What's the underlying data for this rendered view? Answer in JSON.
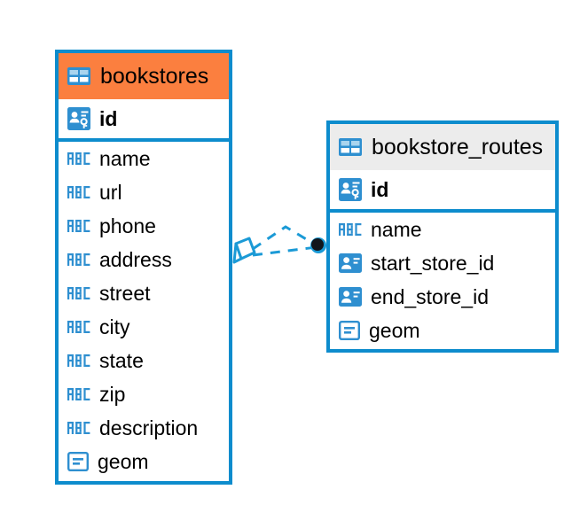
{
  "diagram": {
    "type": "entity-relationship-diagram",
    "background": "#ffffff",
    "accent_color": "#0d8ccd",
    "selected_color": "#fb7f3f",
    "header_plain_color": "#ececec",
    "entities": [
      {
        "name": "bookstores",
        "icon": "table-icon",
        "selected": true,
        "primary_key": {
          "label": "id",
          "icon": "primary-key-icon"
        },
        "fields": [
          {
            "label": "name",
            "icon": "abc-text-icon"
          },
          {
            "label": "url",
            "icon": "abc-text-icon"
          },
          {
            "label": "phone",
            "icon": "abc-text-icon"
          },
          {
            "label": "address",
            "icon": "abc-text-icon"
          },
          {
            "label": "street",
            "icon": "abc-text-icon"
          },
          {
            "label": "city",
            "icon": "abc-text-icon"
          },
          {
            "label": "state",
            "icon": "abc-text-icon"
          },
          {
            "label": "zip",
            "icon": "abc-text-icon"
          },
          {
            "label": "description",
            "icon": "abc-text-icon"
          },
          {
            "label": "geom",
            "icon": "geometry-icon"
          }
        ]
      },
      {
        "name": "bookstore_routes",
        "icon": "table-icon",
        "selected": false,
        "primary_key": {
          "label": "id",
          "icon": "primary-key-icon"
        },
        "fields": [
          {
            "label": "name",
            "icon": "abc-text-icon"
          },
          {
            "label": "start_store_id",
            "icon": "foreign-key-icon"
          },
          {
            "label": "end_store_id",
            "icon": "foreign-key-icon"
          },
          {
            "label": "geom",
            "icon": "geometry-icon"
          }
        ]
      }
    ],
    "relationship": {
      "from": "bookstores",
      "to": "bookstore_routes",
      "style": "dashed",
      "source_marker": "diamond-outline-marker",
      "target_marker": "filled-circle-marker"
    }
  }
}
